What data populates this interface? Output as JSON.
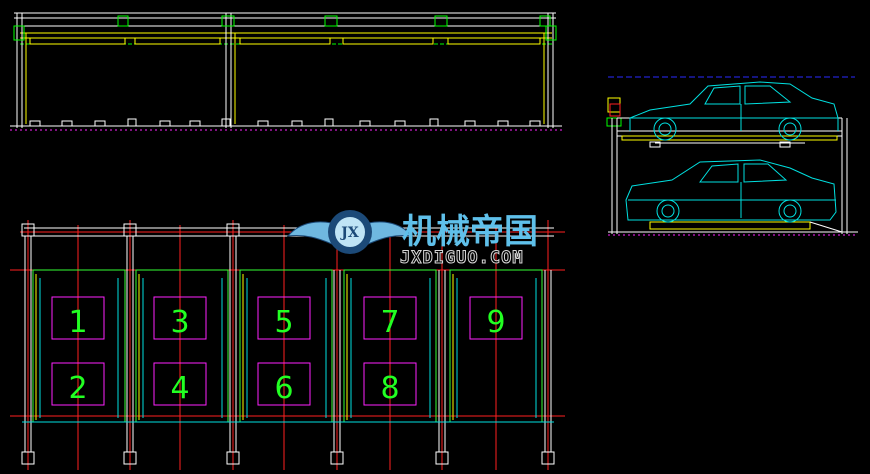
{
  "drawing": {
    "background": "#000000",
    "colors": {
      "frame": "#ffffff",
      "cyan": "#00e0e0",
      "yellow": "#ffff00",
      "green": "#33ff33",
      "red": "#ff2020",
      "magenta": "#ff22ff",
      "blue": "#2a2aff"
    }
  },
  "plan_view": {
    "parking_slots": [
      {
        "number": "1"
      },
      {
        "number": "2"
      },
      {
        "number": "3"
      },
      {
        "number": "4"
      },
      {
        "number": "5"
      },
      {
        "number": "6"
      },
      {
        "number": "7"
      },
      {
        "number": "8"
      },
      {
        "number": "9"
      }
    ]
  },
  "side_view": {
    "icon": "two-level-car-lift-icon"
  },
  "watermark": {
    "logo_icon": "gear-wings-logo-icon",
    "logo_text": "JX",
    "site_name_cn": "机械帝国",
    "site_url": "JXDIGUO.COM"
  }
}
